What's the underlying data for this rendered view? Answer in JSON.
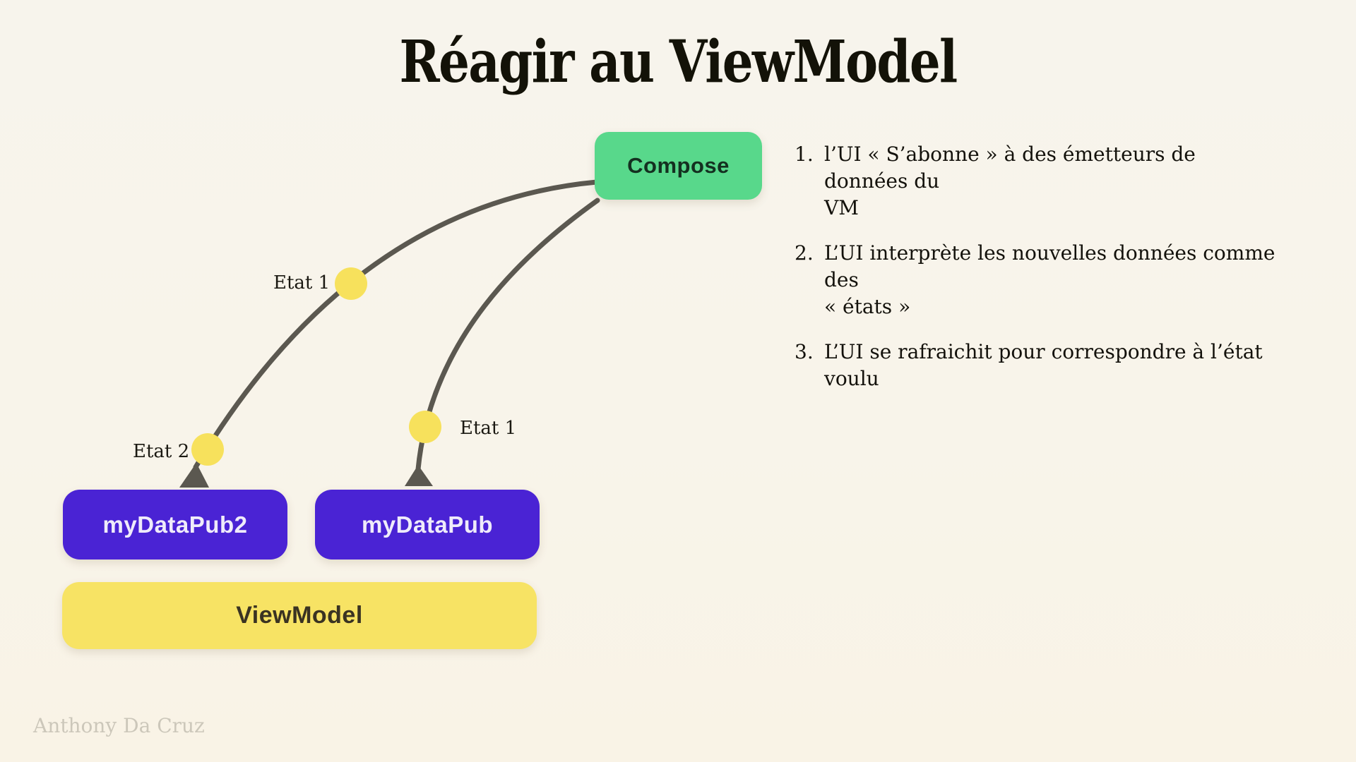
{
  "slide": {
    "title": "Réagir au ViewModel",
    "footer": "Anthony Da Cruz"
  },
  "diagram": {
    "compose": {
      "label": "Compose"
    },
    "publishers": [
      {
        "label": "myDataPub2"
      },
      {
        "label": "myDataPub"
      }
    ],
    "viewmodel": {
      "label": "ViewModel"
    },
    "state_labels": [
      {
        "text": "Etat 1"
      },
      {
        "text": "Etat 2"
      },
      {
        "text": "Etat 1"
      }
    ]
  },
  "steps": {
    "items": [
      {
        "num": "1.",
        "lines": [
          "l’UI « S’abonne » à des émetteurs de données du",
          "VM"
        ]
      },
      {
        "num": "2.",
        "lines": [
          "L’UI interprète les nouvelles données comme des",
          "« états »"
        ]
      },
      {
        "num": "3.",
        "lines": [
          "L’UI se rafraichit pour correspondre à l’état voulu"
        ]
      }
    ]
  },
  "colors": {
    "background": "#F8F4EA",
    "compose_green": "#58D88B",
    "compose_text": "#143020",
    "publisher_purple": "#4A23D4",
    "publisher_text": "#EFEBFA",
    "viewmodel_yellow": "#F7E364",
    "viewmodel_text": "#3A3322",
    "state_dot": "#F7E15C",
    "connector": "#5B5850",
    "title_text": "#131208",
    "body_text": "#13110B",
    "footer_text": "#CCC7BA"
  }
}
